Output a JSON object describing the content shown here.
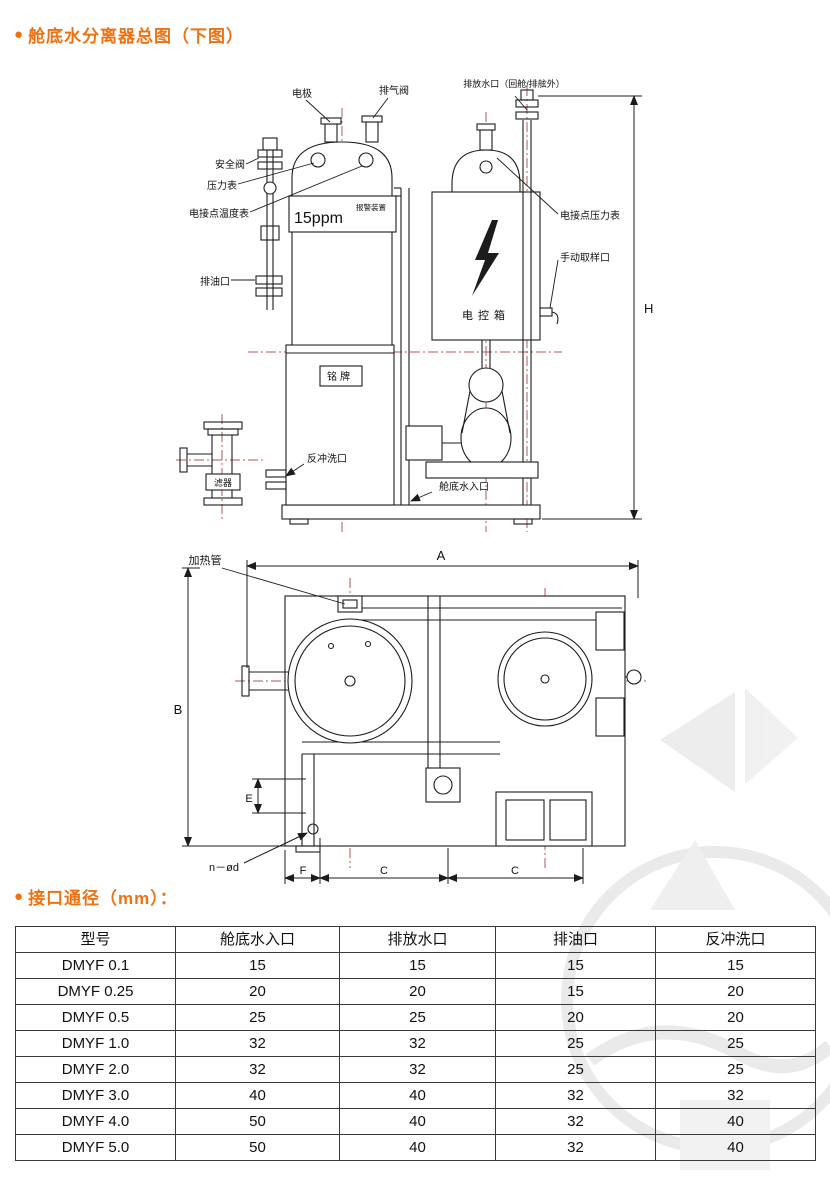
{
  "headings": {
    "bullet": "●",
    "section1": "舱底水分离器总图（下图）",
    "section2": "接口通径（mm）："
  },
  "diagram_front": {
    "electrode": "电极",
    "exhaust_valve": "排气阀",
    "discharge_port": "排放水口（回舱/排舷外）",
    "safety_valve": "安全阀",
    "pressure_gauge": "压力表",
    "contact_thermometer": "电接点温度表",
    "ppm_label": "15ppm",
    "alarm_device": "报警装置",
    "contact_pressure_gauge": "电接点压力表",
    "manual_sampling_port": "手动取样口",
    "oil_drain_port": "排油口",
    "control_box": "电控箱",
    "nameplate": "铭牌",
    "backflush_port": "反冲洗口",
    "bilge_water_inlet": "舱底水入口",
    "filter": "滤器",
    "dim_h": "H"
  },
  "diagram_top": {
    "heating_tube": "加热管",
    "dim_a": "A",
    "dim_b": "B",
    "dim_e": "E",
    "dim_f": "F",
    "dim_c1": "C",
    "dim_c2": "C",
    "bolt_holes": "n－ød"
  },
  "table": {
    "headers": [
      "型号",
      "舱底水入口",
      "排放水口",
      "排油口",
      "反冲洗口"
    ],
    "rows": [
      [
        "DMYF 0.1",
        "15",
        "15",
        "15",
        "15"
      ],
      [
        "DMYF 0.25",
        "20",
        "20",
        "15",
        "20"
      ],
      [
        "DMYF 0.5",
        "25",
        "25",
        "20",
        "20"
      ],
      [
        "DMYF 1.0",
        "32",
        "32",
        "25",
        "25"
      ],
      [
        "DMYF 2.0",
        "32",
        "32",
        "25",
        "25"
      ],
      [
        "DMYF 3.0",
        "40",
        "40",
        "32",
        "32"
      ],
      [
        "DMYF 4.0",
        "50",
        "40",
        "32",
        "40"
      ],
      [
        "DMYF 5.0",
        "50",
        "40",
        "32",
        "40"
      ]
    ]
  },
  "colors": {
    "accent": "#ee7212",
    "line": "#1c1c1c",
    "centerline": "#b25858",
    "watermark": "#e4e4e4"
  }
}
